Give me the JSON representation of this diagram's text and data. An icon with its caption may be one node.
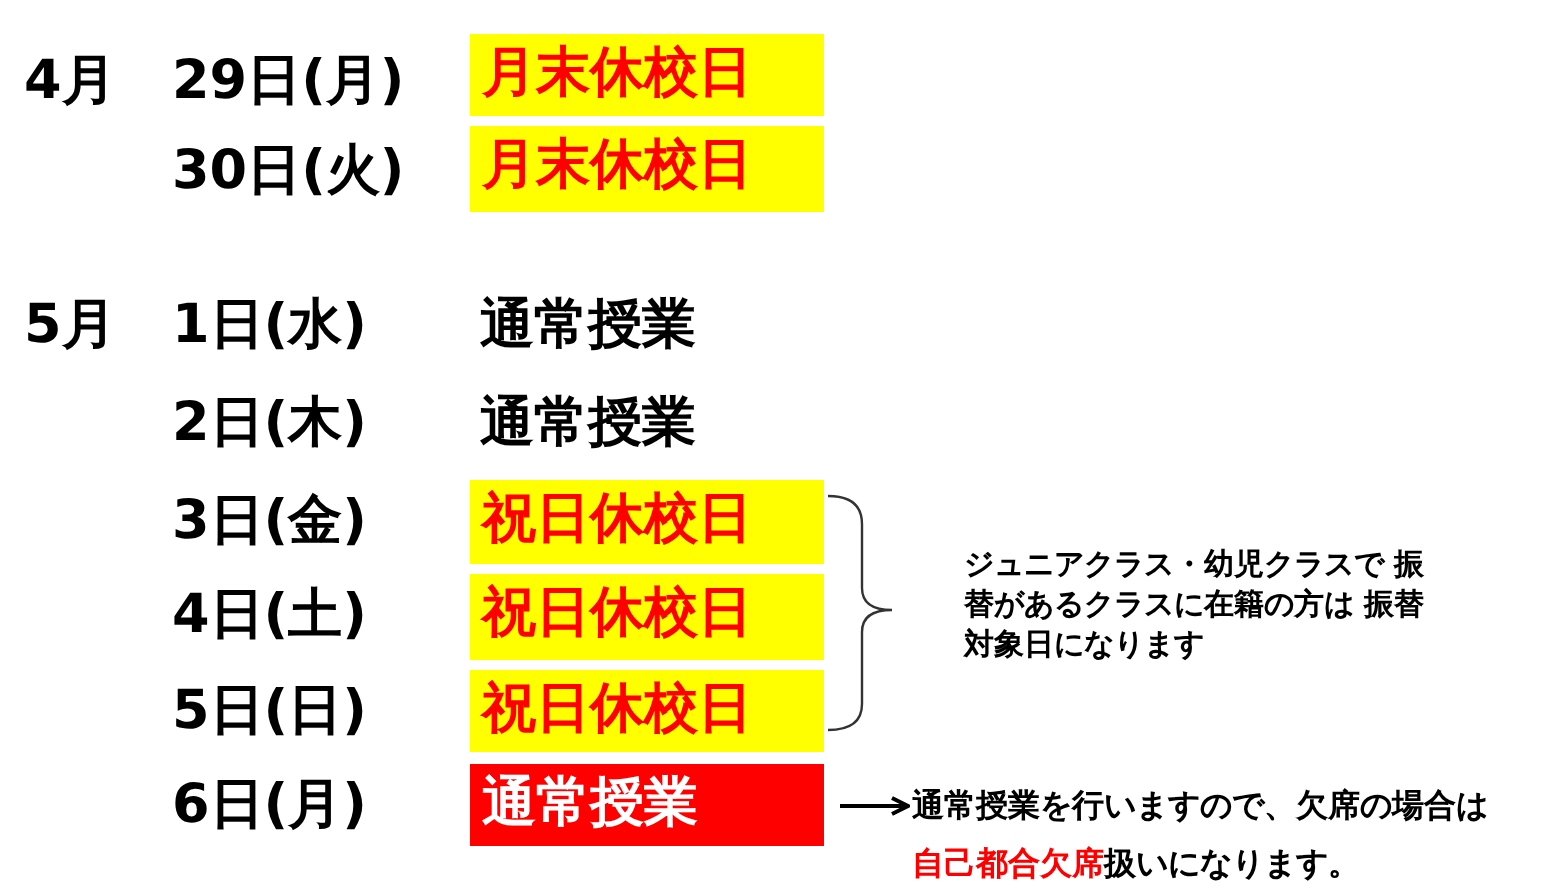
{
  "diagram": {
    "nodes": [
      {
        "text": [
          "月末休校日"
        ]
      },
      {
        "text": [
          "月末休校日"
        ]
      },
      {
        "text": [
          "祝日休校日"
        ]
      },
      {
        "text": [
          "祝日休校日"
        ]
      },
      {
        "text": [
          "祝日休校日"
        ]
      },
      {
        "text": [
          "通常授業"
        ]
      },
      {
        "text": [
          "通常授業を行いますので、欠席の場合は",
          "自己都合欠席",
          "扱いになります。"
        ]
      }
    ],
    "edges": [
      {
        "from": 5,
        "to": 6,
        "arrow": "to"
      }
    ],
    "labels": [
      "4月",
      "29日(月)",
      "30日(火)",
      "5月",
      "1日(水)",
      "通常授業",
      "2日(木)",
      "通常授業",
      "3日(金)",
      "4日(土)",
      "5日(日)",
      "6日(月)",
      "ジュニアクラス・幼児クラスで 振替があるクラスに在籍の方は 振替対象日になります"
    ]
  }
}
